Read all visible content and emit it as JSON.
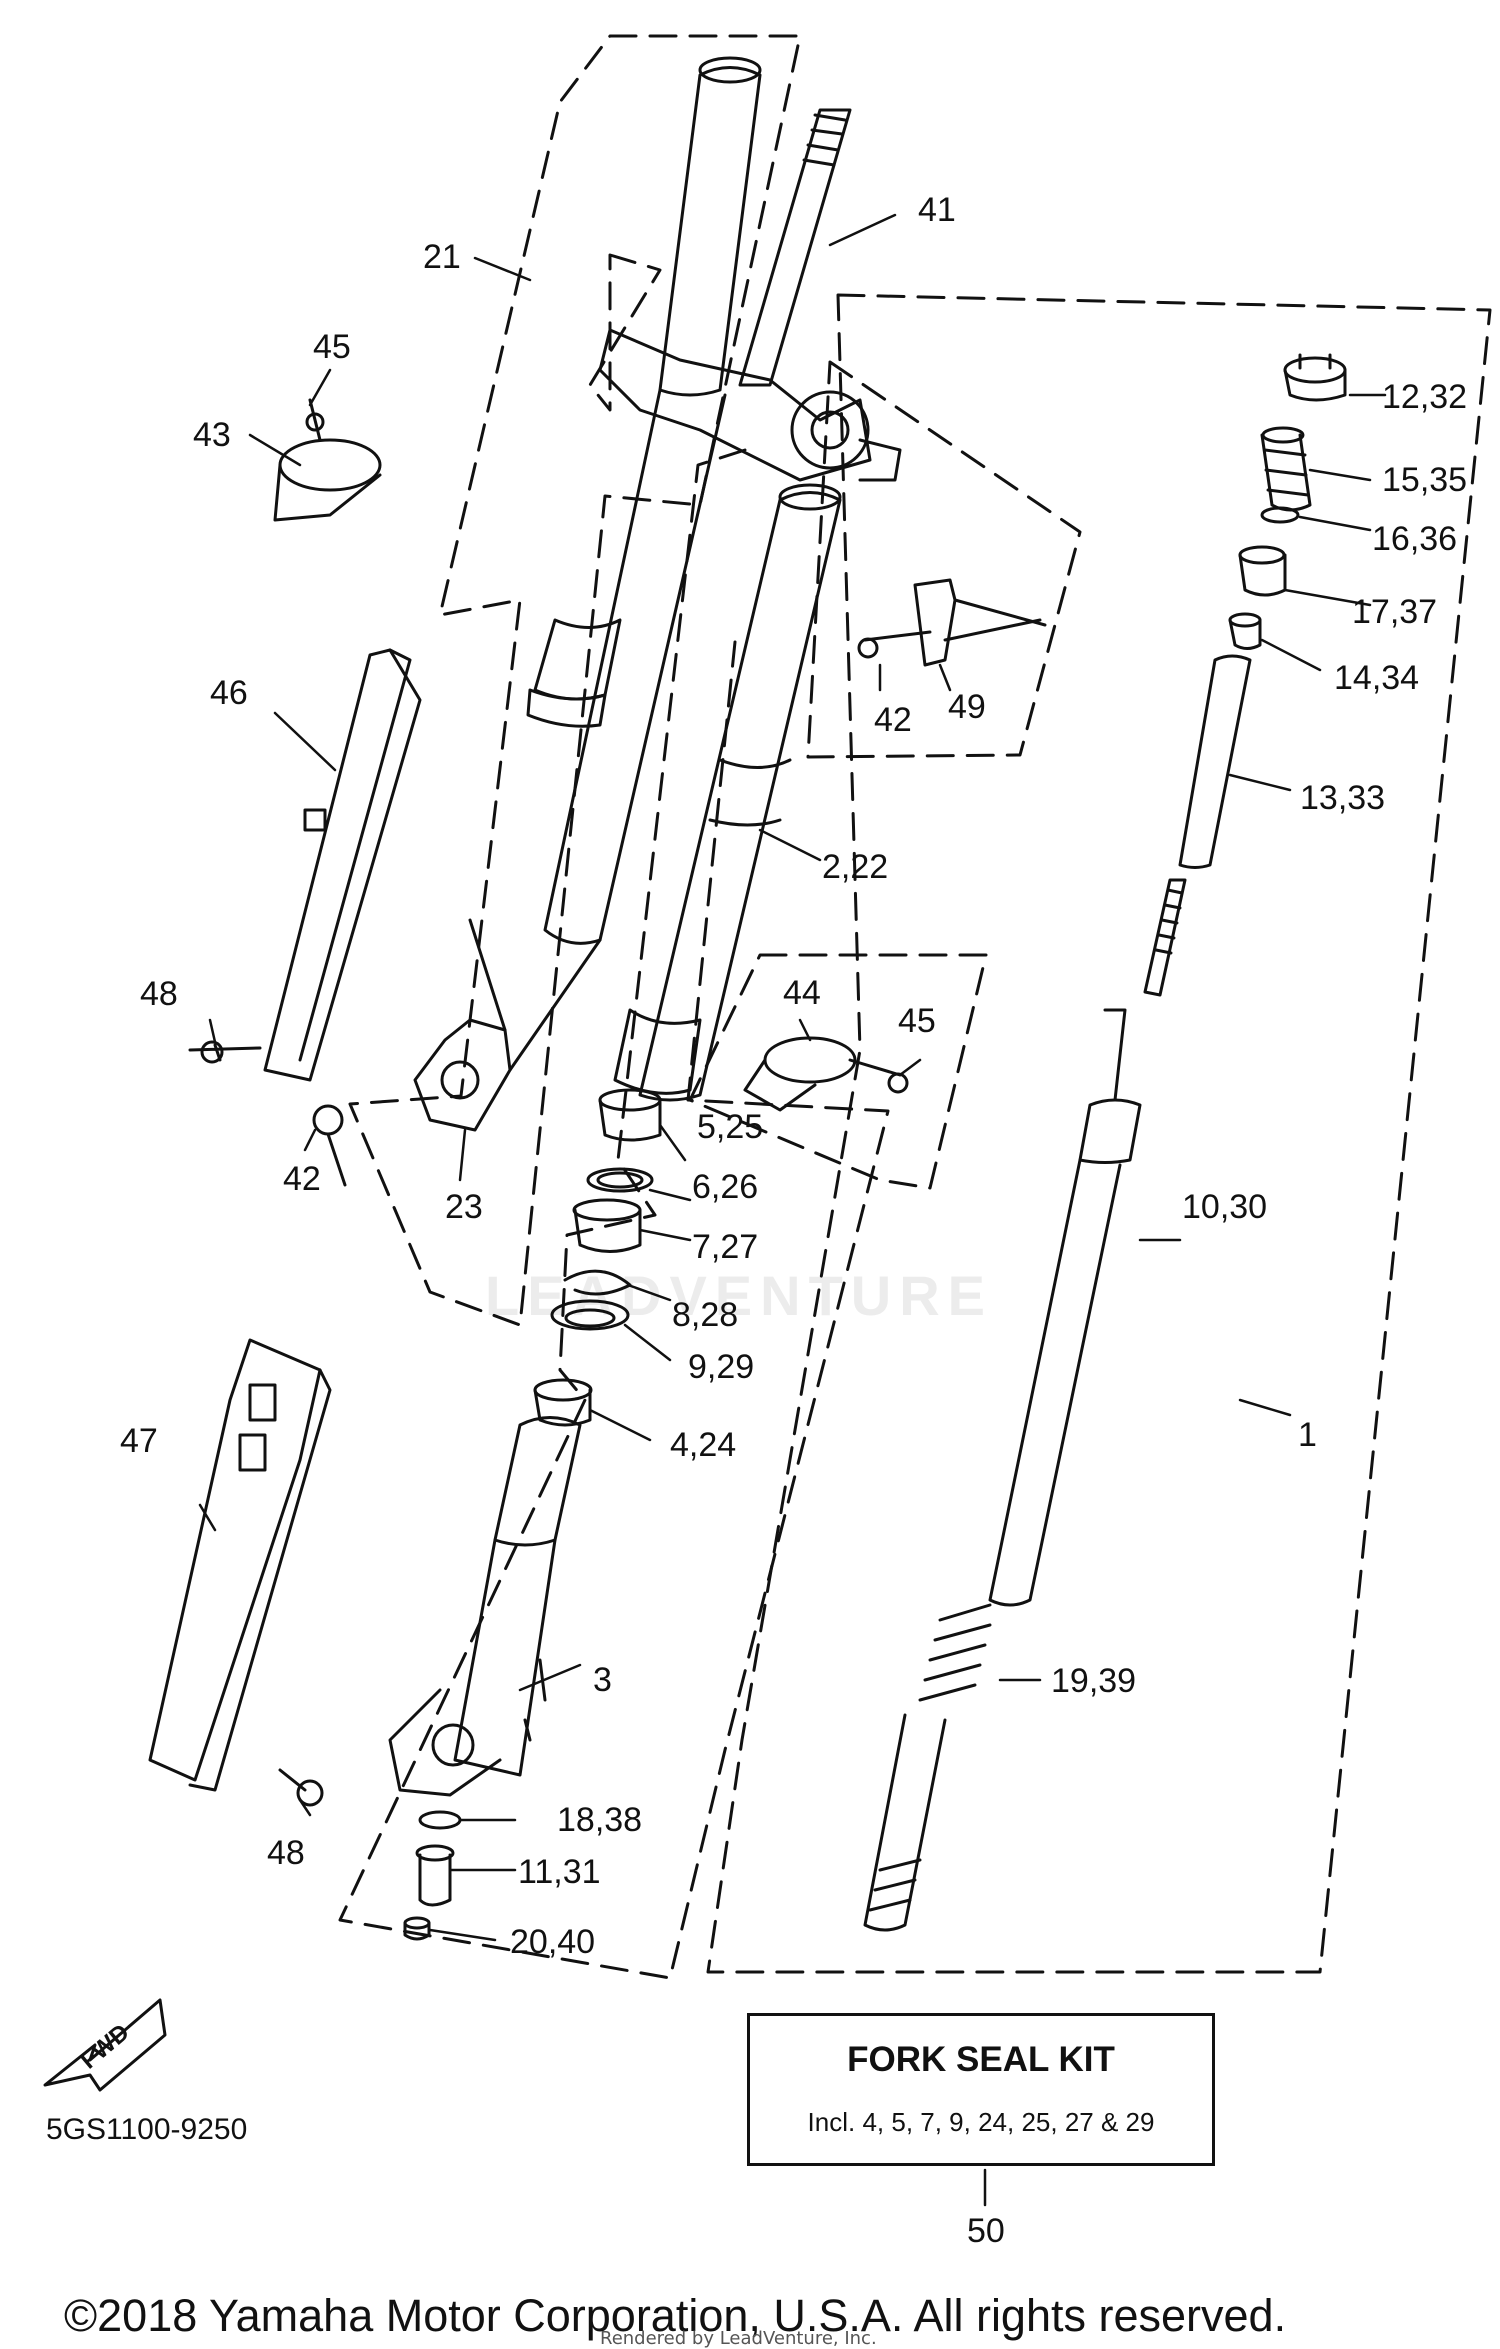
{
  "diagram": {
    "part_labels": [
      "21",
      "41",
      "45",
      "43",
      "12,32",
      "15,35",
      "16,36",
      "17,37",
      "42",
      "49",
      "14,34",
      "46",
      "13,33",
      "2,22",
      "44",
      "45",
      "48",
      "10,30",
      "23",
      "42",
      "5,25",
      "6,26",
      "7,27",
      "8,28",
      "9,29",
      "4,24",
      "47",
      "1",
      "3",
      "19,39",
      "48",
      "18,38",
      "11,31",
      "20,40",
      "50"
    ],
    "fork_seal_kit": {
      "title": "FORK SEAL KIT",
      "includes": "Incl. 4, 5, 7, 9, 24, 25, 27 & 29"
    },
    "fwd_icon_label": "FWD",
    "diagram_code": "5GS1100-9250",
    "watermark": "LEADVENTURE",
    "copyright": "©2018 Yamaha Motor Corporation, U.S.A. All rights reserved.",
    "rendered_by": "Rendered by LeadVenture, Inc."
  }
}
